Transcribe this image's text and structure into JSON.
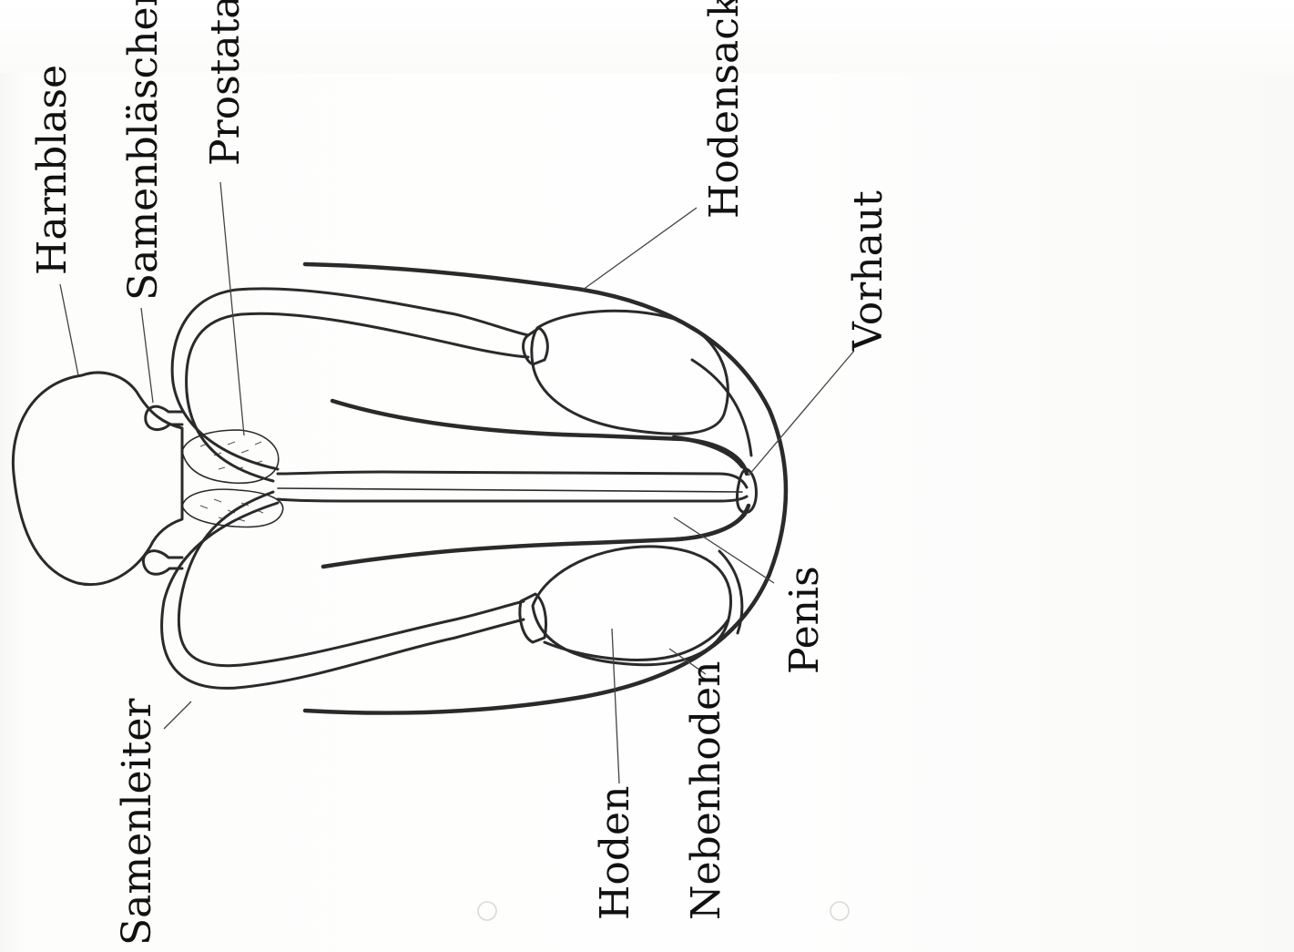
{
  "labels": {
    "harnblase": "Harnblase",
    "samenblaeschen": "Samenbläschen",
    "prostata": "Prostata",
    "hodensack": "Hodensack",
    "vorhaut": "Vorhaut",
    "penis": "Penis",
    "nebenhoden": "Nebenhoden",
    "hoden": "Hoden",
    "samenleiter": "Samenleiter"
  }
}
